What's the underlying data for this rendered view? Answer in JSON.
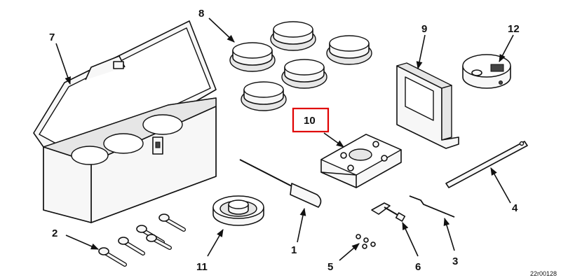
{
  "callouts": {
    "c1": "1",
    "c2": "2",
    "c3": "3",
    "c4": "4",
    "c5": "5",
    "c6": "6",
    "c7": "7",
    "c8": "8",
    "c9": "9",
    "c10": "10",
    "c11": "11",
    "c12": "12"
  },
  "highlighted_callout": "10",
  "highlight_color": "#e00000",
  "figure_ref": "22r00128"
}
